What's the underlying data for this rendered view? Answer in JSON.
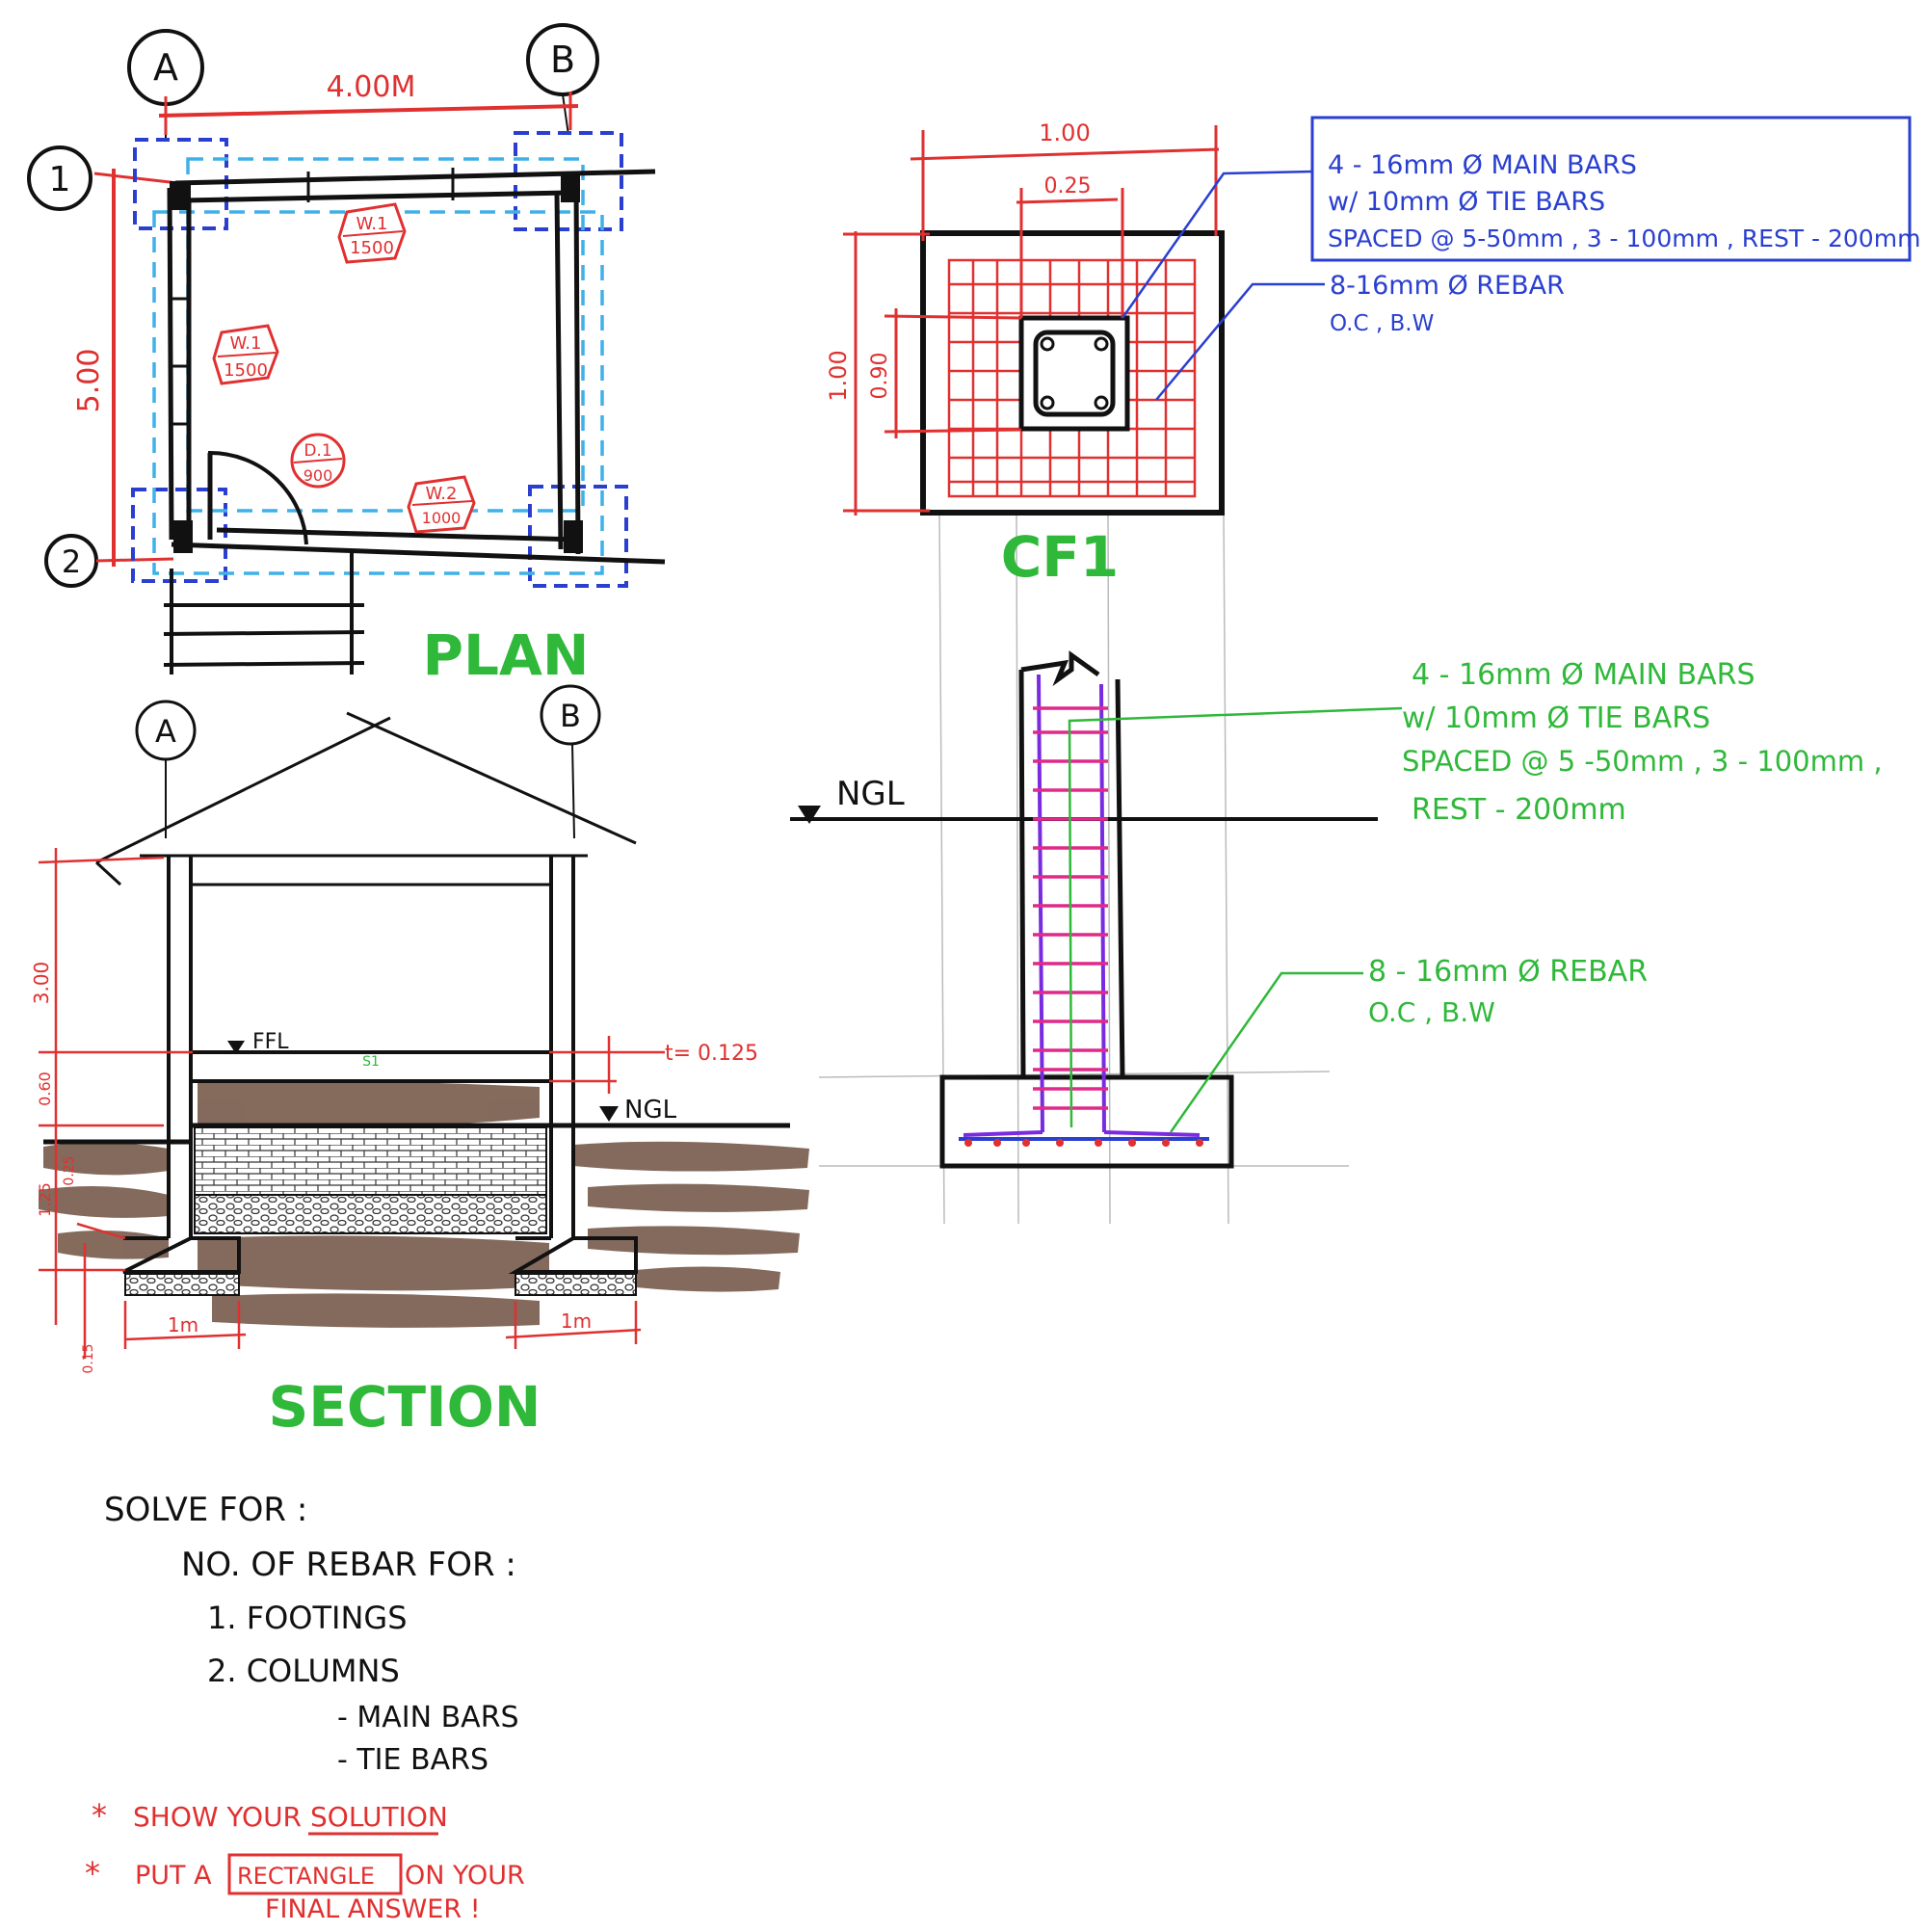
{
  "plan": {
    "title": "PLAN",
    "grid_a": "A",
    "grid_b": "B",
    "grid_1": "1",
    "grid_2": "2",
    "dim_width": "4.00M",
    "dim_length": "5.00",
    "w1_top_name": "W.1",
    "w1_top_size": "1500",
    "w1_left_name": "W.1",
    "w1_left_size": "1500",
    "d1_name": "D.1",
    "d1_size": "900",
    "w2_name": "W.2",
    "w2_size": "1000"
  },
  "cf1": {
    "title": "CF1",
    "dim_outer_w": "1.00",
    "dim_col_w": "0.25",
    "dim_outer_h": "1.00",
    "dim_inner_h": "0.90",
    "note_main_1": "4 - 16mm Ø MAIN BARS",
    "note_main_2": "w/ 10mm Ø TIE BARS",
    "note_main_3": "SPACED @ 5-50mm , 3 - 100mm , REST - 200mm",
    "note_rebar_1": "8-16mm Ø REBAR",
    "note_rebar_2": "O.C , B.W"
  },
  "column_detail": {
    "ngl": "NGL",
    "note_main_1": "4 - 16mm Ø MAIN BARS",
    "note_main_2": "w/ 10mm Ø TIE BARS",
    "note_main_3": "SPACED @ 5 -50mm , 3 - 100mm ,",
    "note_main_4": "REST - 200mm",
    "note_rebar_1": "8 - 16mm Ø REBAR",
    "note_rebar_2": "O.C , B.W"
  },
  "section": {
    "title": "SECTION",
    "grid_a": "A",
    "grid_b": "B",
    "ffl": "FFL",
    "ngl": "NGL",
    "slab_t": "t= 0.125",
    "slab_tag": "S1",
    "dim_height": "3.00",
    "dim_060": "0.60",
    "dim_125": "1.25",
    "dim_025": "0.25",
    "dim_015": "0.15",
    "footing_w_left": "1m",
    "footing_w_right": "1m"
  },
  "problem": {
    "heading": "SOLVE FOR :",
    "sub": "NO. OF REBAR FOR :",
    "item1": "1. FOOTINGS",
    "item2": "2. COLUMNS",
    "item2a": "- MAIN BARS",
    "item2b": "- TIE BARS",
    "note1_prefix": "SHOW YOUR ",
    "note1_word": "SOLUTION",
    "note2_prefix": "PUT A ",
    "note2_box": "RECTANGLE",
    "note2_suffix": " ON YOUR",
    "note2_line2": "FINAL ANSWER !"
  },
  "colors": {
    "ink": "#111111",
    "red": "#e03030",
    "blue": "#2a3fd0",
    "lightblue": "#3fb0e8",
    "green": "#2fb83a",
    "soil": "#6e5140",
    "magenta": "#e02a8a",
    "purple": "#7a2ae0"
  }
}
